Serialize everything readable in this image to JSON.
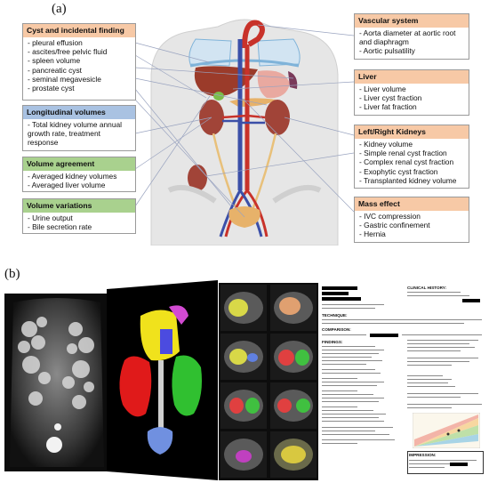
{
  "panel_a": {
    "label": "(a)",
    "left_boxes": [
      {
        "title": "Cyst and incidental finding",
        "color": "orange",
        "items": [
          "pleural effusion",
          "ascites/free pelvic fluid",
          "spleen volume",
          "pancreatic cyst",
          "seminal megavesicle",
          "prostate cyst"
        ]
      },
      {
        "title": "Longitudinal volumes",
        "color": "blue",
        "items": [
          "Total kidney volume annual growth rate, treatment response"
        ]
      },
      {
        "title": "Volume agreement",
        "color": "green",
        "items": [
          "Averaged kidney volumes",
          "Averaged liver volume"
        ]
      },
      {
        "title": "Volume variations",
        "color": "green",
        "items": [
          "Urine output",
          "Bile secretion rate"
        ]
      }
    ],
    "right_boxes": [
      {
        "title": "Vascular system",
        "color": "orange",
        "items": [
          "Aorta diameter at aortic root and diaphragm",
          "Aortic pulsatility"
        ]
      },
      {
        "title": "Liver",
        "color": "orange",
        "items": [
          "Liver volume",
          "Liver cyst fraction",
          "Liver fat fraction"
        ]
      },
      {
        "title": "Left/Right Kidneys",
        "color": "orange",
        "items": [
          "Kidney volume",
          "Simple renal cyst fraction",
          "Complex renal cyst fraction",
          "Exophytic cyst fraction",
          "Transplanted kidney volume"
        ]
      },
      {
        "title": "Mass effect",
        "color": "orange",
        "items": [
          "IVC compression",
          "Gastric confinement",
          "Hernia"
        ]
      }
    ]
  },
  "panel_b": {
    "label": "(b)",
    "report": {
      "technique_heading": "TECHNIQUE:",
      "comparison_heading": "COMPARISON:",
      "findings_heading": "FINDINGS:",
      "impression_heading": "IMPRESSION:",
      "clinical_heading": "CLINICAL HISTORY:"
    }
  }
}
